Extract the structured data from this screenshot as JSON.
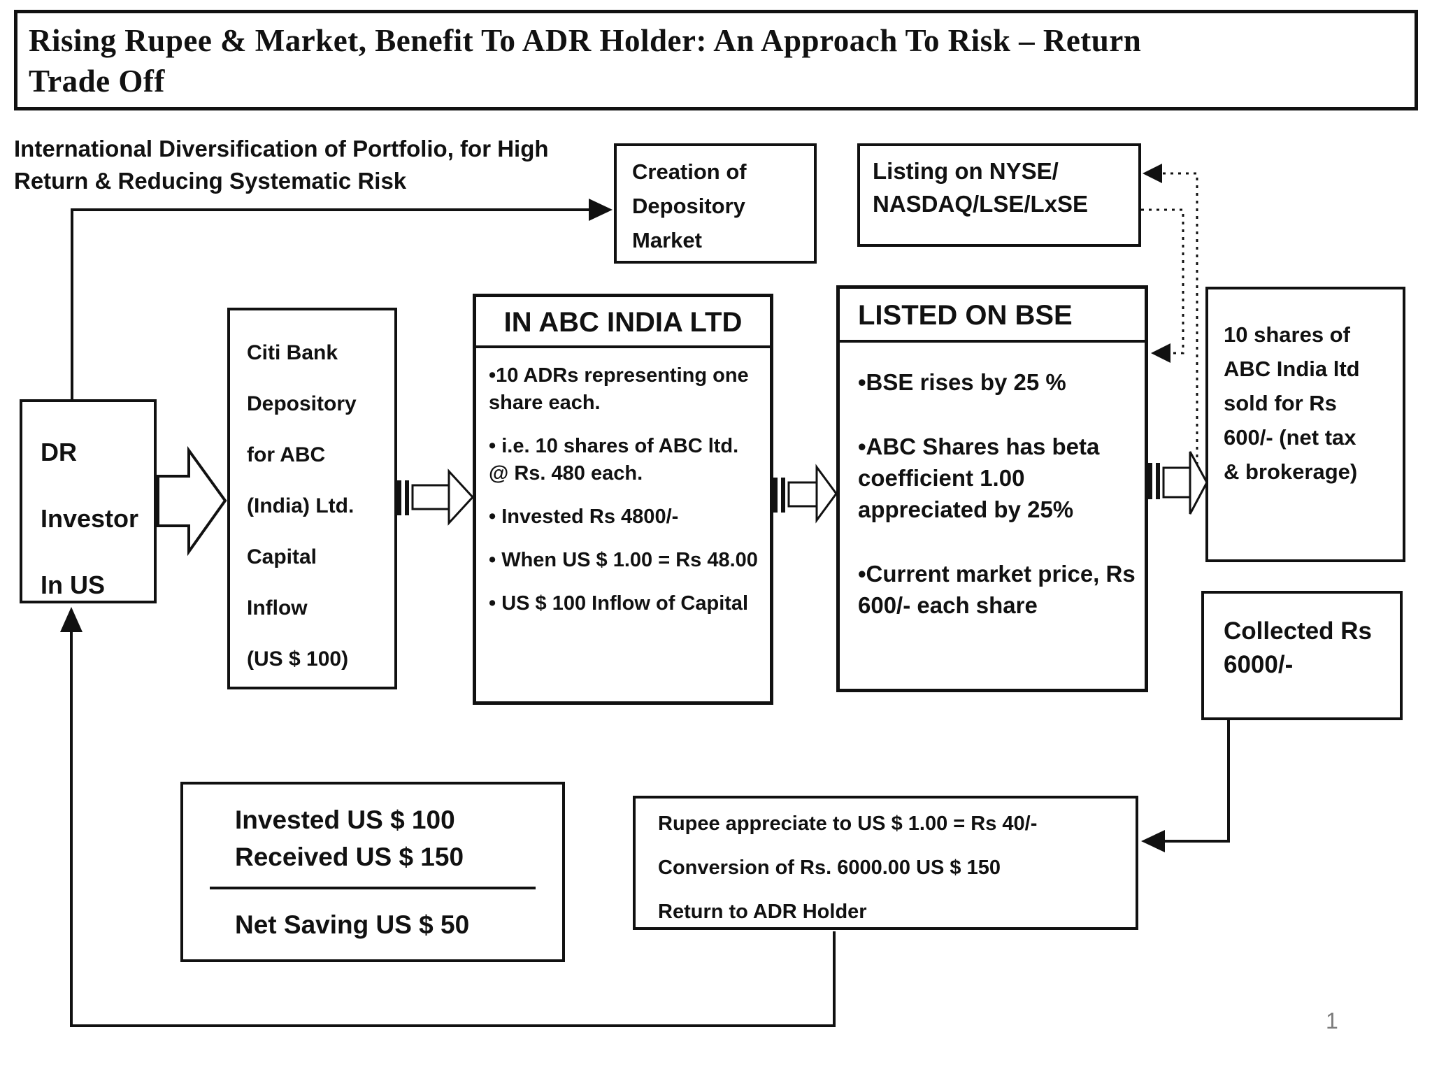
{
  "title": {
    "lines": [
      "Rising Rupee & Market, Benefit To ADR Holder: An Approach To Risk – Return",
      "Trade Off"
    ]
  },
  "intro": {
    "lines": [
      "International Diversification of Portfolio, for High",
      "Return & Reducing Systematic Risk"
    ]
  },
  "boxes": {
    "creation": {
      "lines": [
        "Creation of",
        "Depository",
        "Market"
      ]
    },
    "listing": {
      "lines": [
        "Listing on NYSE/",
        "NASDAQ/LSE/LxSE"
      ]
    },
    "dr_investor": {
      "lines": [
        "DR",
        "Investor",
        "In US"
      ]
    },
    "citi": {
      "lines": [
        "Citi Bank",
        "Depository",
        "for ABC",
        "(India) Ltd.",
        "Capital",
        "Inflow",
        "(US $ 100)"
      ]
    },
    "abc": {
      "header": "IN ABC INDIA LTD",
      "bullets": [
        "•10 ADRs representing one share each.",
        "• i.e. 10 shares of ABC ltd. @ Rs. 480 each.",
        "• Invested Rs 4800/-",
        "• When US $ 1.00 = Rs 48.00",
        "• US $ 100 Inflow of Capital"
      ]
    },
    "bse": {
      "header": "LISTED ON BSE",
      "bullets": [
        "•BSE rises by 25 %",
        "•ABC Shares has beta coefficient 1.00 appreciated by 25%",
        "•Current market price, Rs 600/- each share"
      ]
    },
    "shares_sold": {
      "lines": [
        "10 shares of",
        "ABC India ltd",
        "sold for Rs",
        "600/- (net tax",
        "& brokerage)"
      ]
    },
    "collected": {
      "lines": [
        "Collected Rs",
        "6000/-"
      ]
    },
    "savings": {
      "invested": "Invested US $ 100",
      "received": "Received US $ 150",
      "net": "Net Saving US $ 50"
    },
    "rupee": {
      "lines": [
        "Rupee appreciate to US $ 1.00 = Rs 40/-",
        "Conversion of Rs. 6000.00 US $ 150",
        "Return to ADR Holder"
      ]
    }
  },
  "page": {
    "number": "1"
  },
  "colors": {
    "ink": "#111111",
    "page_number": "#7c7c7c",
    "background": "#ffffff"
  }
}
